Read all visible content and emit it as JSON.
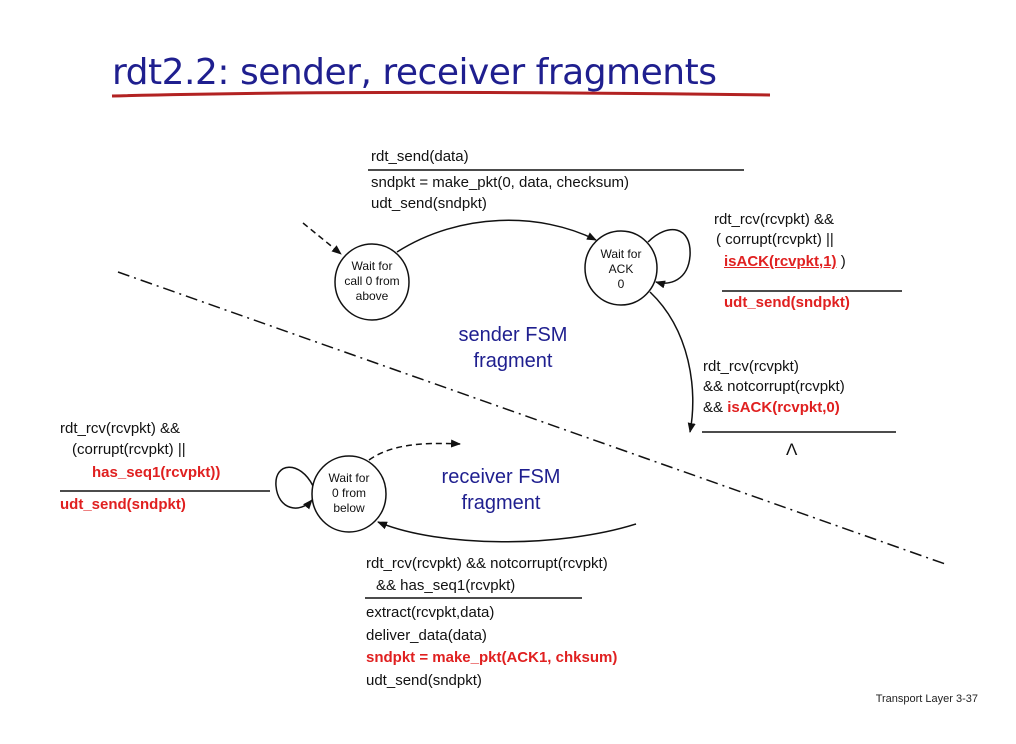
{
  "title": "rdt2.2: sender, receiver fragments",
  "sender": {
    "state_wait_call0": [
      "Wait for",
      "call 0 from",
      "above"
    ],
    "state_wait_ack0": [
      "Wait for",
      "ACK",
      "0"
    ],
    "fragment_label": [
      "sender FSM",
      "fragment"
    ],
    "t1_event": "rdt_send(data)",
    "t1_actions": [
      "sndpkt = make_pkt(0, data, checksum)",
      "udt_send(sndpkt)"
    ],
    "t2_event": [
      "rdt_rcv(rcvpkt) &&",
      "( corrupt(rcvpkt) ||"
    ],
    "t2_event_red": "isACK(rcvpkt,1)",
    "t2_event_close": " )",
    "t2_action": "udt_send(sndpkt)",
    "t3_event": [
      "rdt_rcv(rcvpkt)",
      "&& notcorrupt(rcvpkt)"
    ],
    "t3_event_prefix": "&& ",
    "t3_event_red": "isACK(rcvpkt,0)",
    "t3_action": "Λ"
  },
  "receiver": {
    "state_wait_0_below": [
      "Wait for",
      "0 from",
      "below"
    ],
    "fragment_label": [
      "receiver FSM",
      "fragment"
    ],
    "t1_event": [
      "rdt_rcv(rcvpkt) &&",
      "(corrupt(rcvpkt) ||"
    ],
    "t1_event_red": "has_seq1(rcvpkt))",
    "t1_action": "udt_send(sndpkt)",
    "t2_event": [
      "rdt_rcv(rcvpkt) && notcorrupt(rcvpkt)",
      "&& has_seq1(rcvpkt)"
    ],
    "t2_actions": [
      "extract(rcvpkt,data)",
      "deliver_data(data)"
    ],
    "t2_action_red": "sndpkt = make_pkt(ACK1, chksum)",
    "t2_action_last": "udt_send(sndpkt)"
  },
  "footer": "Transport Layer 3-37",
  "colors": {
    "title": "#1f1f8f",
    "action_highlight": "#e02020",
    "title_underline": "#b22222"
  }
}
